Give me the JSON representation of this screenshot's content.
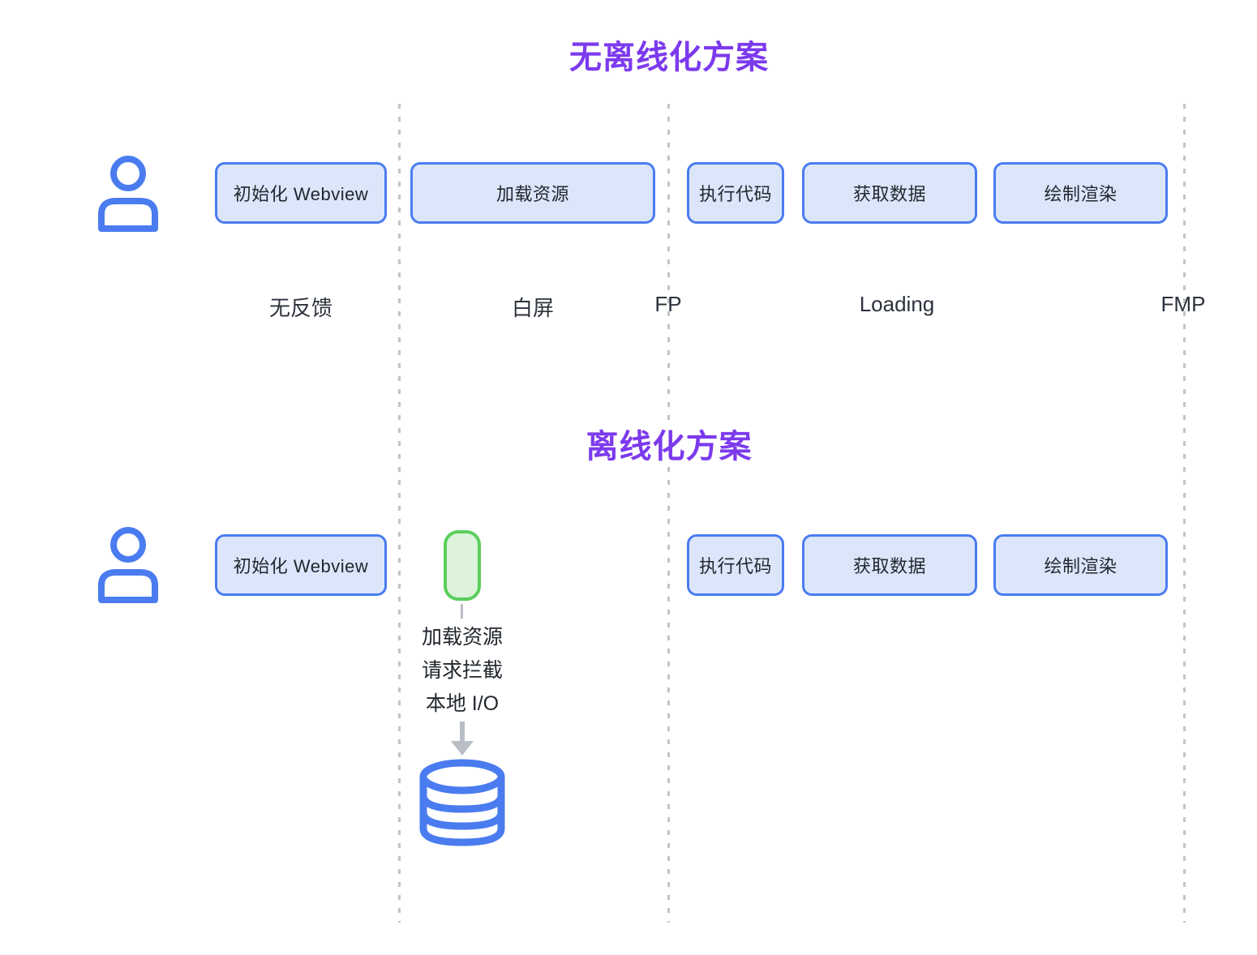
{
  "diagram": {
    "title_no_offline": "无离线化方案",
    "title_offline": "离线化方案",
    "accent_purple": "#7c3aed",
    "box_fill": "#dce6fb",
    "box_border": "#4a7cf0",
    "green_fill": "#ddf3dc",
    "green_border": "#5bce5b",
    "guide_color": "#c0c4cc"
  },
  "row_no_offline": {
    "user_icon": "user-icon",
    "boxes": [
      {
        "label": "初始化 Webview"
      },
      {
        "label": "加载资源"
      },
      {
        "label": "执行代码"
      },
      {
        "label": "获取数据"
      },
      {
        "label": "绘制渲染"
      }
    ],
    "stage_labels": [
      {
        "text": "无反馈"
      },
      {
        "text": "白屏"
      },
      {
        "text": "FP"
      },
      {
        "text": "Loading"
      },
      {
        "text": "FMP"
      }
    ]
  },
  "row_offline": {
    "user_icon": "user-icon",
    "boxes": [
      {
        "label": "初始化 Webview"
      },
      {
        "label": "执行代码"
      },
      {
        "label": "获取数据"
      },
      {
        "label": "绘制渲染"
      }
    ],
    "green_marker": {
      "label": ""
    },
    "annotation_lines": [
      "加载资源",
      "请求拦截",
      "本地 I/O"
    ],
    "storage_icon": "database-icon",
    "arrow_icon": "arrow-down-icon"
  }
}
